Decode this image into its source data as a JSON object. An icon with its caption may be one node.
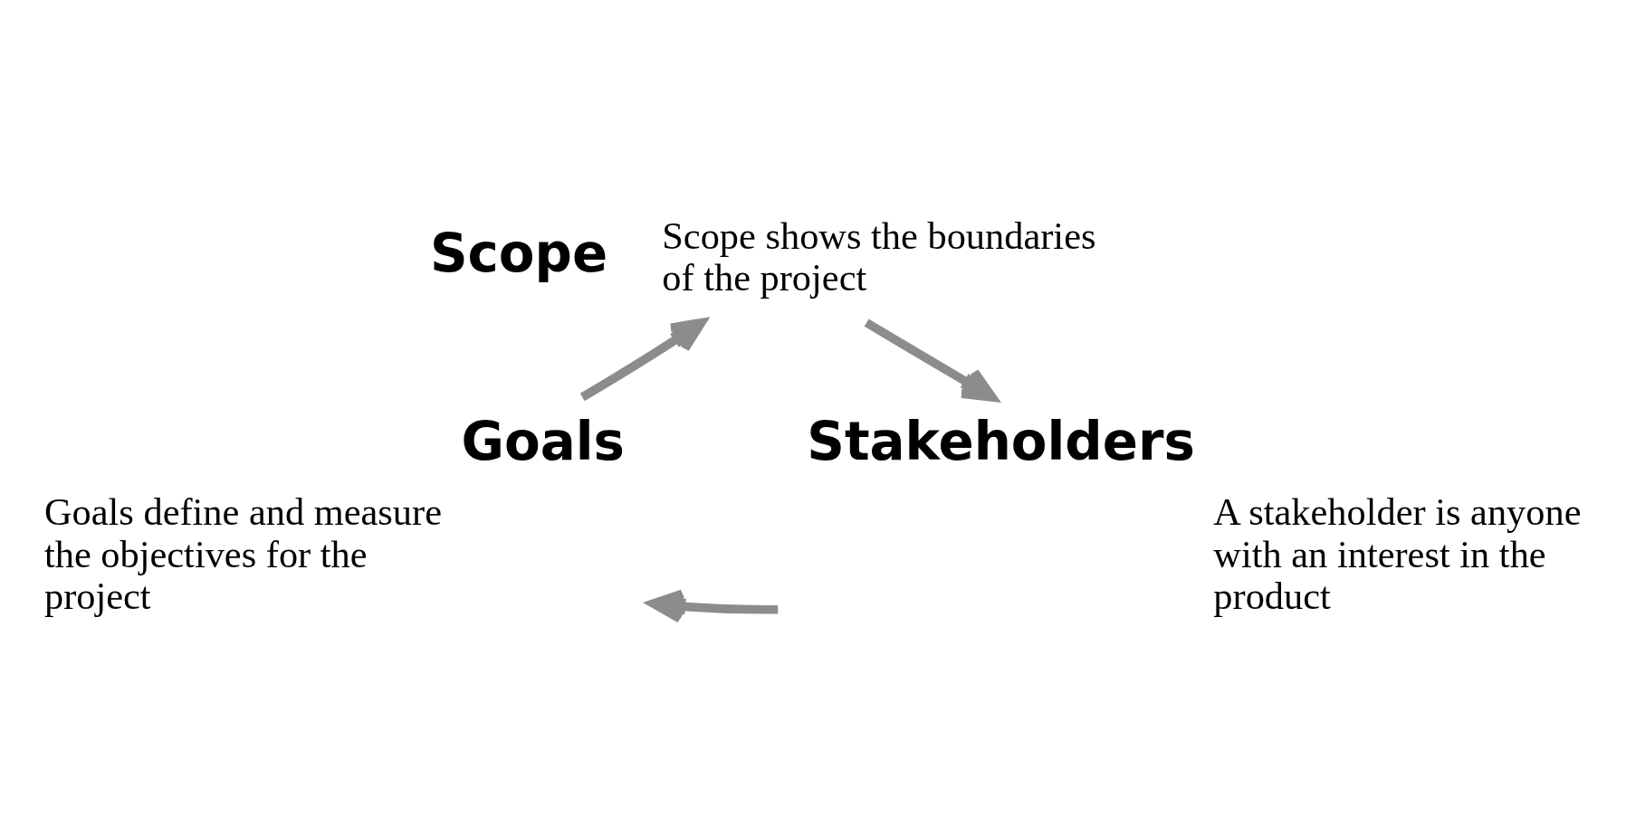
{
  "diagram": {
    "nodes": [
      {
        "text": [
          "Scope"
        ],
        "beside": [
          "Scope shows the boundaries of the project"
        ]
      },
      {
        "text": [
          "Stakeholders"
        ],
        "beside": [
          "A stakeholder is anyone with an interest in the product"
        ]
      },
      {
        "text": [
          "Goals"
        ],
        "beside": [
          "Goals define and measure the objectives for the project"
        ]
      }
    ],
    "edges": [
      {
        "from": 2,
        "to": 0,
        "arrow": "to"
      },
      {
        "from": 0,
        "to": 1,
        "arrow": "to"
      },
      {
        "from": 1,
        "to": 2,
        "arrow": "to"
      }
    ]
  }
}
